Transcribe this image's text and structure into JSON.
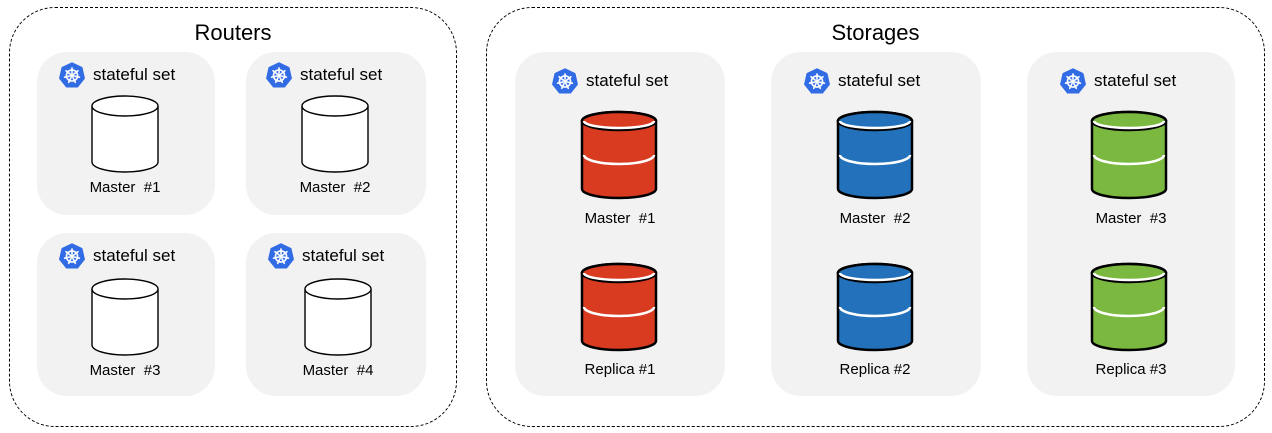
{
  "routers": {
    "title": "Routers",
    "cards": [
      {
        "badge": "stateful set",
        "db_label": "Master  #1"
      },
      {
        "badge": "stateful set",
        "db_label": "Master  #2"
      },
      {
        "badge": "stateful set",
        "db_label": "Master  #3"
      },
      {
        "badge": "stateful set",
        "db_label": "Master  #4"
      }
    ]
  },
  "storages": {
    "title": "Storages",
    "cards": [
      {
        "badge": "stateful set",
        "color": "#d93b21",
        "master_label": "Master  #1",
        "replica_label": "Replica #1"
      },
      {
        "badge": "stateful set",
        "color": "#2271ba",
        "master_label": "Master  #2",
        "replica_label": "Replica #2"
      },
      {
        "badge": "stateful set",
        "color": "#7ab83f",
        "master_label": "Master  #3",
        "replica_label": "Replica #3"
      }
    ]
  },
  "icons": {
    "kubernetes": "kubernetes-icon",
    "database": "database-cylinder-icon"
  },
  "colors": {
    "kubernetes_blue": "#326ce5",
    "card_bg": "#f2f2f2"
  }
}
